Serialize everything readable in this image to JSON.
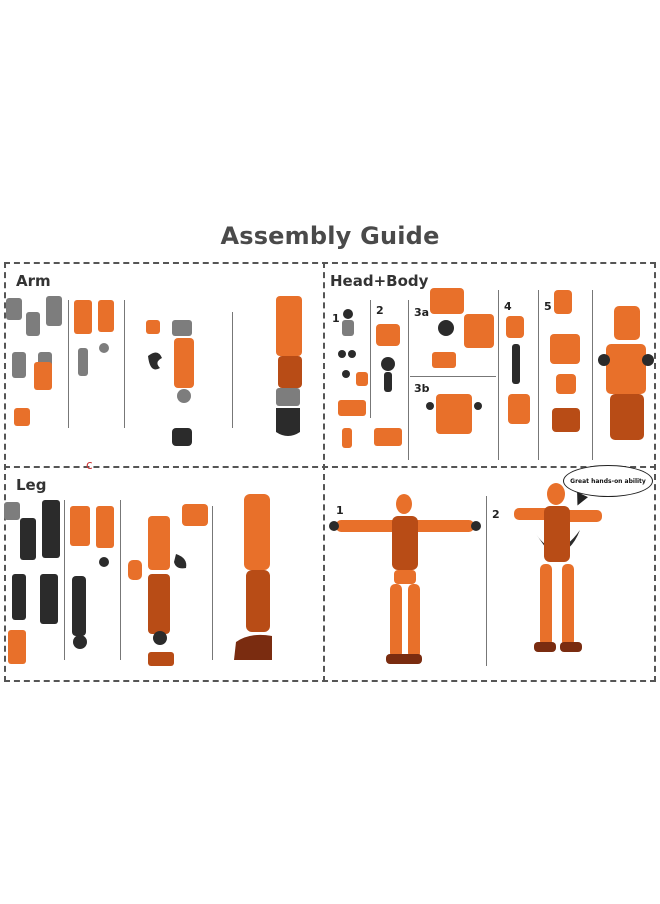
{
  "title": "Assembly Guide",
  "sections": {
    "arm": {
      "label": "Arm"
    },
    "head_body": {
      "label": "Head+Body",
      "steps": [
        "1",
        "2",
        "3a",
        "3b",
        "4",
        "5"
      ]
    },
    "leg": {
      "label": "Leg"
    },
    "pose": {
      "steps": [
        "1",
        "2"
      ],
      "bubble_text": "Great hands-on ability"
    }
  },
  "colors": {
    "orange": "#e8702a",
    "dark_orange": "#b84c16",
    "grey": "#7d7d7d",
    "black": "#2b2b2b",
    "title": "#4a4a4a"
  }
}
